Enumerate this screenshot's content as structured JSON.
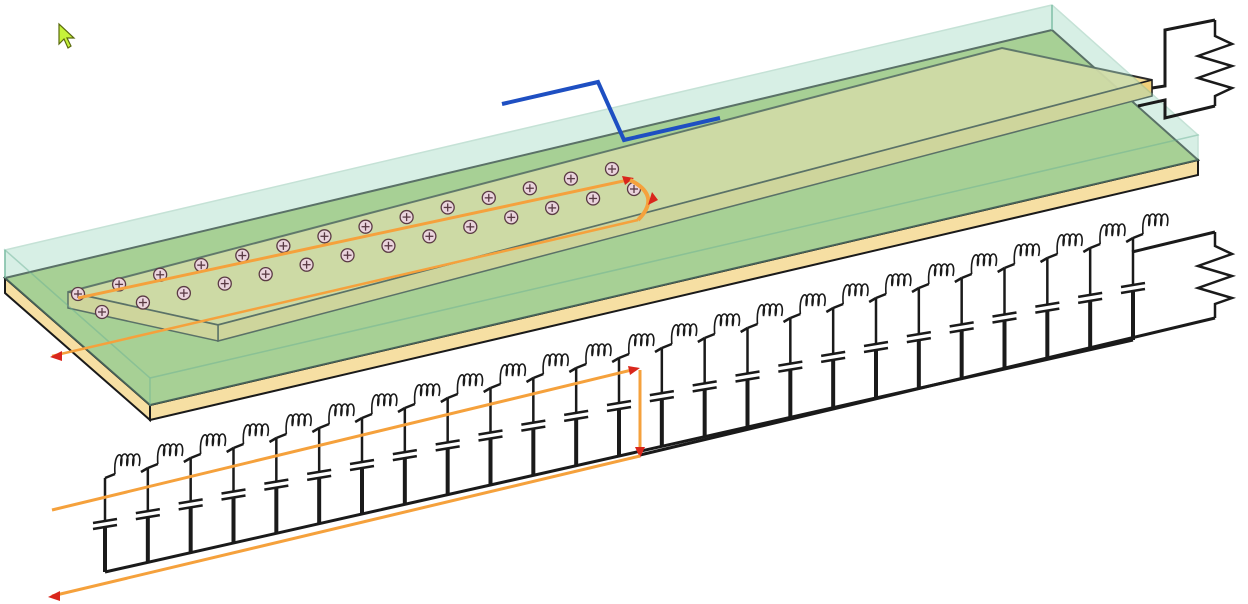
{
  "colors": {
    "background": "#ffffff",
    "cover_glass": "#a8dcc6",
    "cover_glass_edge": "#8ccab0",
    "ground_plane": "#a7c76e",
    "ground_plane_dark": "#8fb35a",
    "substrate": "#f6dfa3",
    "strip": "#f3dc8e",
    "outline": "#1a1a1a",
    "current": "#f5a13c",
    "arrow_head": "#d9261c",
    "charge_fill": "#ead4dd",
    "charge_stroke": "#5a3a44",
    "pulse": "#1e4fc2",
    "cursor": "#c6f23a"
  },
  "scene": {
    "cover_layer": "transparent-cover-layer",
    "ground_plane": "ground-plane",
    "substrate": "substrate-slab",
    "signal_strip": "signal-strip",
    "signal_pulse": "step-voltage-pulse",
    "charge_marker_symbol": "plus-sign",
    "charge_row_top_count": 14,
    "charge_row_bottom_count": 14,
    "ladder_sections": 25,
    "ladder_element_series": "inductor-coil",
    "ladder_element_shunt": "capacitor",
    "termination": "resistor-zigzag",
    "current_paths": "forward-and-return-current-arrows",
    "cursor": "pointer-arrow-icon"
  }
}
